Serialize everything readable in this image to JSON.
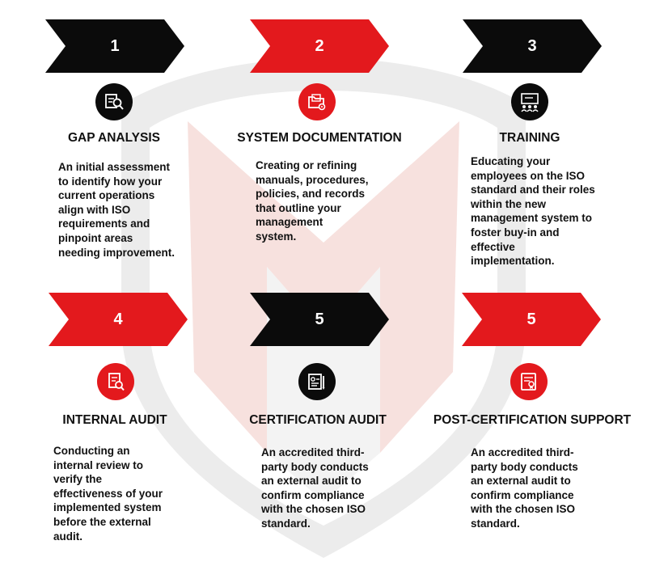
{
  "theme": {
    "red": "#e3191d",
    "black": "#0b0b0b",
    "watermark_grey": "#e6e6e6",
    "watermark_pink": "#f7dcd9"
  },
  "steps": [
    {
      "number": "1",
      "title": "GAP ANALYSIS",
      "color": "#0b0b0b",
      "icon": "magnifier-document-icon",
      "description": "An initial assessment\nto identify how your\ncurrent operations\nalign with ISO\nrequirements and\npinpoint areas\nneeding improvement."
    },
    {
      "number": "2",
      "title": "SYSTEM DOCUMENTATION",
      "color": "#e3191d",
      "icon": "folder-gear-icon",
      "description": "Creating or refining\nmanuals, procedures,\npolicies, and records\nthat outline your\nmanagement\nsystem."
    },
    {
      "number": "3",
      "title": "TRAINING",
      "color": "#0b0b0b",
      "icon": "presentation-audience-icon",
      "description": "Educating your\nemployees on the ISO\nstandard and their roles\nwithin the new\nmanagement system to\nfoster buy-in and\neffective\nimplementation."
    },
    {
      "number": "4",
      "title": "INTERNAL AUDIT",
      "color": "#e3191d",
      "icon": "document-search-icon",
      "description": "Conducting an\ninternal review to\nverify the\neffectiveness of your\nimplemented system\nbefore the external\naudit."
    },
    {
      "number": "5",
      "title": "CERTIFICATION AUDIT",
      "color": "#0b0b0b",
      "icon": "certificate-pen-icon",
      "description": "An accredited third-\nparty body conducts\nan external audit to\nconfirm compliance\nwith the chosen ISO\nstandard."
    },
    {
      "number": "5",
      "title": "POST-CERTIFICATION SUPPORT",
      "color": "#e3191d",
      "icon": "certificate-badge-icon",
      "description": "An accredited third-\nparty body conducts\nan external audit to\nconfirm compliance\nwith the chosen ISO\nstandard."
    }
  ]
}
